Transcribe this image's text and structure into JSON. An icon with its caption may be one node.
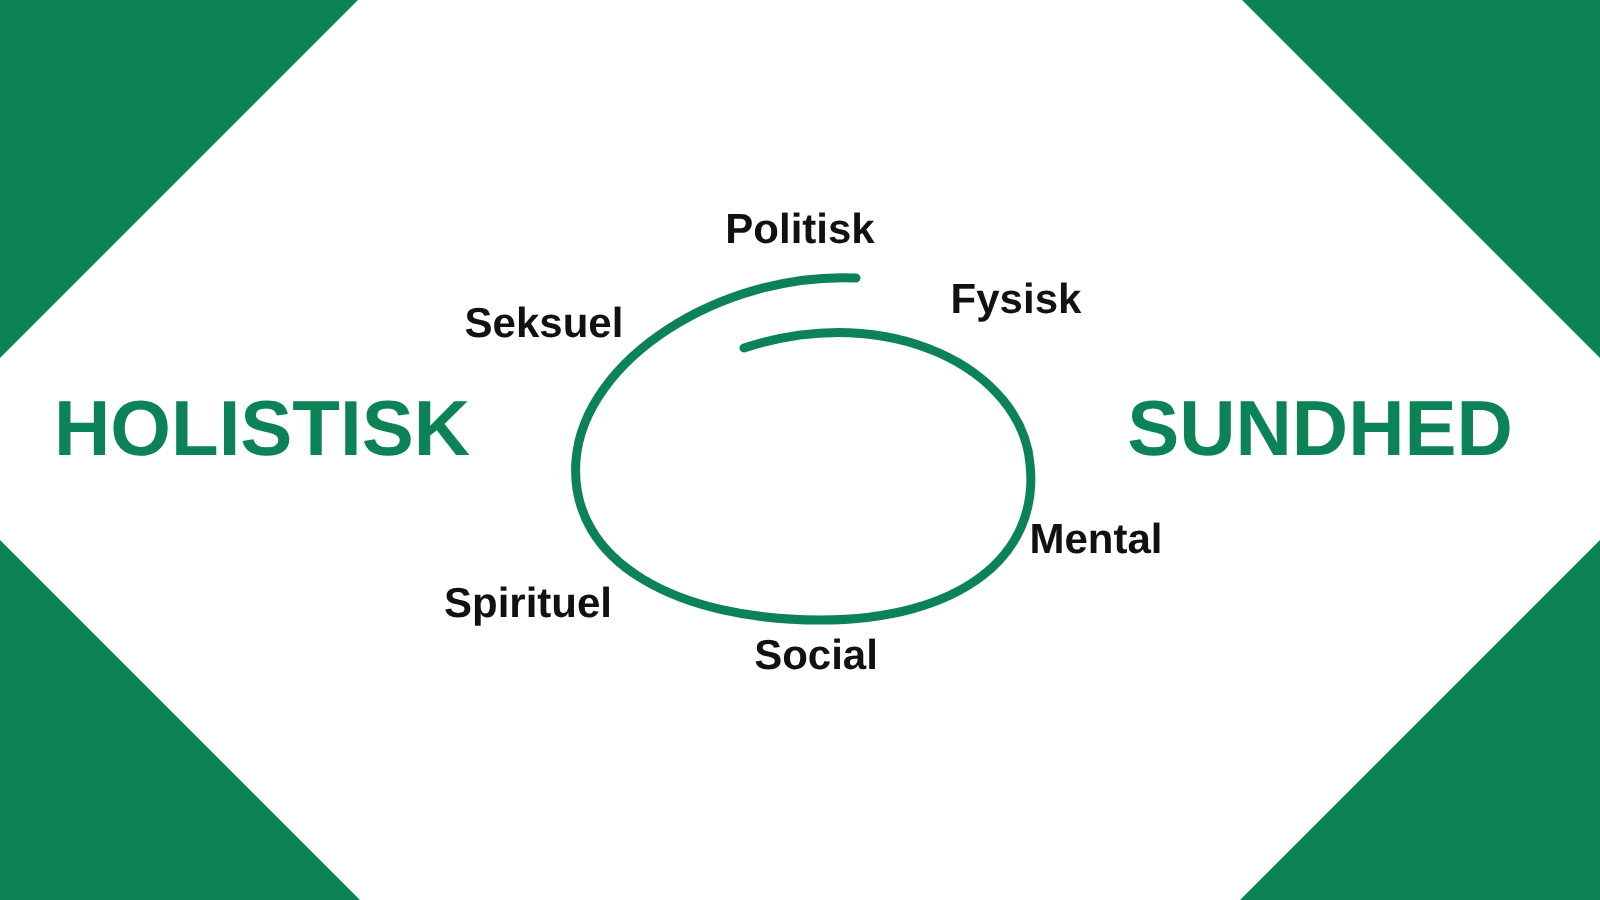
{
  "diagram": {
    "labels": [
      "Politisk",
      "Fysisk",
      "Seksuel",
      "HOLISTISK",
      "SUNDHED",
      "Mental",
      "Spirituel",
      "Social"
    ]
  }
}
